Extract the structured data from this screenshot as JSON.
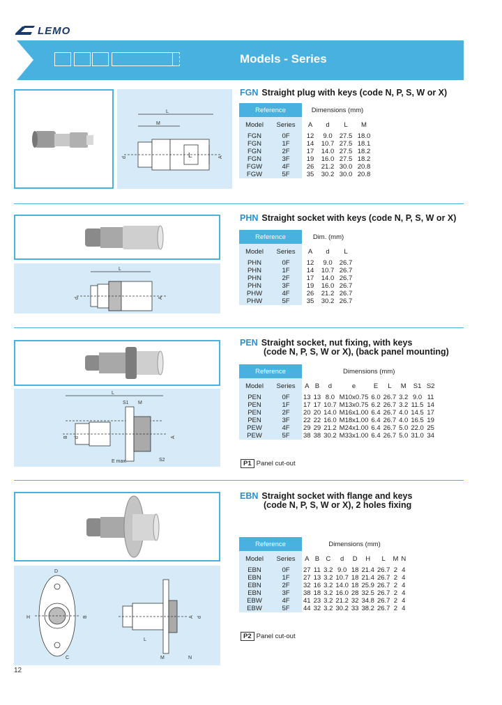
{
  "brand": {
    "logo_text": "LEMO"
  },
  "banner": {
    "title": "Models - Series"
  },
  "sections": [
    {
      "code": "FGN",
      "title": "Straight plug with keys (code N, P, S, W or X)",
      "title_line2": "",
      "headers": {
        "reference": "Reference",
        "dimensions": "Dimensions (mm)",
        "model": "Model",
        "series": "Series"
      },
      "columns": [
        "A",
        "d",
        "L",
        "M"
      ],
      "rows": [
        [
          "FGN",
          "0F",
          "12",
          "9.0",
          "27.5",
          "18.0"
        ],
        [
          "FGN",
          "1F",
          "14",
          "10.7",
          "27.5",
          "18.1"
        ],
        [
          "FGN",
          "2F",
          "17",
          "14.0",
          "27.5",
          "18.2"
        ],
        [
          "FGN",
          "3F",
          "19",
          "16.0",
          "27.5",
          "18.2"
        ],
        [
          "FGW",
          "4F",
          "26",
          "21.2",
          "30.0",
          "20.8"
        ],
        [
          "FGW",
          "5F",
          "35",
          "30.2",
          "30.0",
          "20.8"
        ]
      ],
      "drawing_labels": [
        "L",
        "M",
        "d",
        "A"
      ]
    },
    {
      "code": "PHN",
      "title": "Straight socket with keys (code N, P, S, W or X)",
      "title_line2": "",
      "headers": {
        "reference": "Reference",
        "dimensions": "Dim. (mm)",
        "model": "Model",
        "series": "Series"
      },
      "columns": [
        "A",
        "d",
        "L"
      ],
      "rows": [
        [
          "PHN",
          "0F",
          "12",
          "9.0",
          "26.7"
        ],
        [
          "PHN",
          "1F",
          "14",
          "10.7",
          "26.7"
        ],
        [
          "PHN",
          "2F",
          "17",
          "14.0",
          "26.7"
        ],
        [
          "PHN",
          "3F",
          "19",
          "16.0",
          "26.7"
        ],
        [
          "PHW",
          "4F",
          "26",
          "21.2",
          "26.7"
        ],
        [
          "PHW",
          "5F",
          "35",
          "30.2",
          "26.7"
        ]
      ],
      "drawing_labels": [
        "L",
        "d",
        "A"
      ]
    },
    {
      "code": "PEN",
      "title": "Straight socket, nut fixing, with keys",
      "title_line2": "(code N, P, S, W or X), (back panel mounting)",
      "headers": {
        "reference": "Reference",
        "dimensions": "Dimensions (mm)",
        "model": "Model",
        "series": "Series"
      },
      "columns": [
        "A",
        "B",
        "d",
        "e",
        "E",
        "L",
        "M",
        "S1",
        "S2"
      ],
      "rows": [
        [
          "PEN",
          "0F",
          "13",
          "13",
          "8.0",
          "M10x0.75",
          "6.0",
          "26.7",
          "3.2",
          "9.0",
          "11"
        ],
        [
          "PEN",
          "1F",
          "17",
          "17",
          "10.7",
          "M13x0.75",
          "6.2",
          "26.7",
          "3.2",
          "11.5",
          "14"
        ],
        [
          "PEN",
          "2F",
          "20",
          "20",
          "14.0",
          "M16x1.00",
          "6.4",
          "26.7",
          "4.0",
          "14.5",
          "17"
        ],
        [
          "PEN",
          "3F",
          "22",
          "22",
          "16.0",
          "M18x1.00",
          "6.4",
          "26.7",
          "4.0",
          "16.5",
          "19"
        ],
        [
          "PEW",
          "4F",
          "29",
          "29",
          "21.2",
          "M24x1.00",
          "6.4",
          "26.7",
          "5.0",
          "22.0",
          "25"
        ],
        [
          "PEW",
          "5F",
          "38",
          "38",
          "30.2",
          "M33x1.00",
          "6.4",
          "26.7",
          "5.0",
          "31.0",
          "34"
        ]
      ],
      "cutout": {
        "tag": "P1",
        "label": "Panel cut-out"
      },
      "drawing_labels": [
        "L",
        "S1",
        "M",
        "B",
        "d",
        "A",
        "E max.",
        "S2"
      ]
    },
    {
      "code": "EBN",
      "title": "Straight socket with flange and keys",
      "title_line2": "(code N, P, S, W or X), 2 holes fixing",
      "headers": {
        "reference": "Reference",
        "dimensions": "Dimensions (mm)",
        "model": "Model",
        "series": "Series"
      },
      "columns": [
        "A",
        "B",
        "C",
        "d",
        "D",
        "H",
        "L",
        "M",
        "N"
      ],
      "rows": [
        [
          "EBN",
          "0F",
          "27",
          "11",
          "3.2",
          "9.0",
          "18",
          "21.4",
          "26.7",
          "2",
          "4"
        ],
        [
          "EBN",
          "1F",
          "27",
          "13",
          "3.2",
          "10.7",
          "18",
          "21.4",
          "26.7",
          "2",
          "4"
        ],
        [
          "EBN",
          "2F",
          "32",
          "16",
          "3.2",
          "14.0",
          "18",
          "25.9",
          "26.7",
          "2",
          "4"
        ],
        [
          "EBN",
          "3F",
          "38",
          "18",
          "3.2",
          "16.0",
          "28",
          "32.5",
          "26.7",
          "2",
          "4"
        ],
        [
          "EBW",
          "4F",
          "41",
          "23",
          "3.2",
          "21.2",
          "32",
          "34.8",
          "26.7",
          "2",
          "4"
        ],
        [
          "EBW",
          "5F",
          "44",
          "32",
          "3.2",
          "30.2",
          "33",
          "38.2",
          "26.7",
          "2",
          "4"
        ]
      ],
      "cutout": {
        "tag": "P2",
        "label": "Panel cut-out"
      },
      "drawing_labels": [
        "D",
        "H",
        "C",
        "B",
        "A",
        "d",
        "L",
        "M",
        "N"
      ]
    }
  ],
  "page_number": "12",
  "colors": {
    "accent": "#49b1df",
    "panel": "#d6ebf7",
    "code_text": "#2a8fd0"
  }
}
